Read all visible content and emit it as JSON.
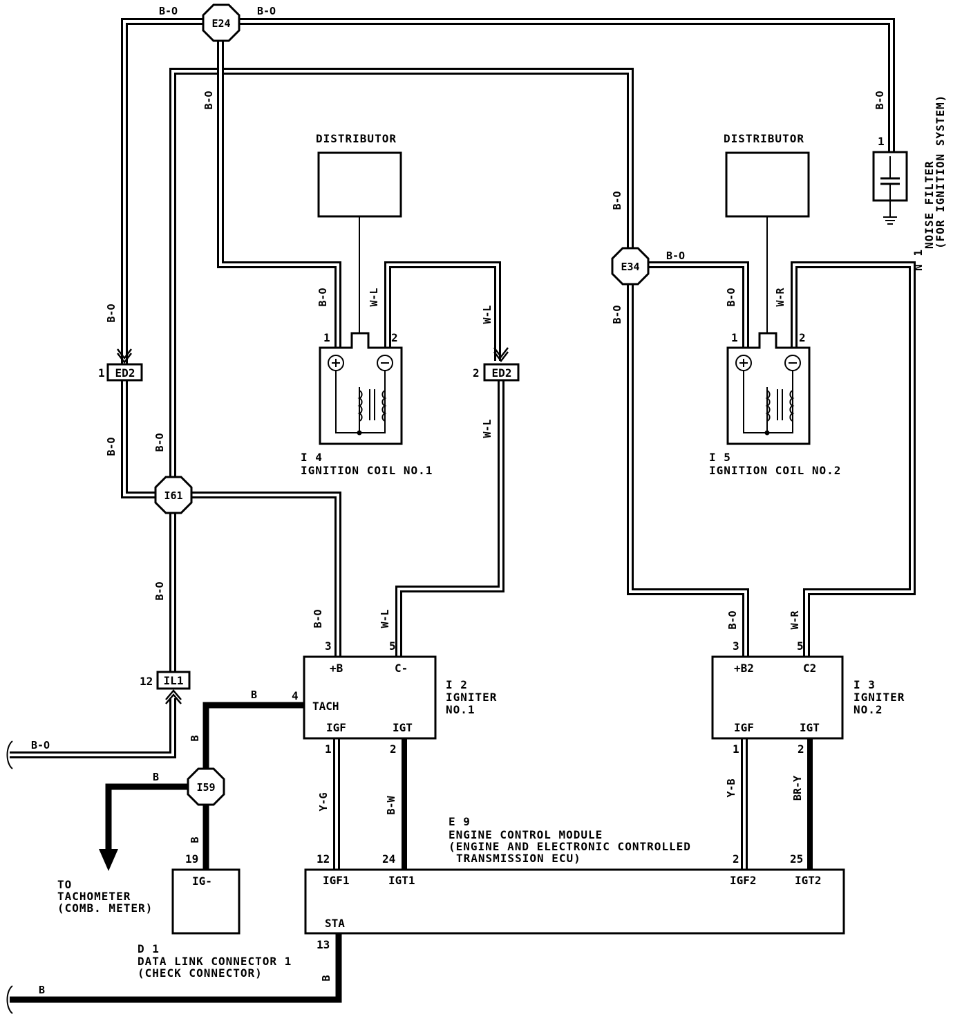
{
  "wires": {
    "b_o": "B-O",
    "b": "B",
    "w_l": "W-L",
    "w_r": "W-R",
    "y_g": "Y-G",
    "b_w": "B-W",
    "y_b": "Y-B",
    "br_y": "BR-Y"
  },
  "splices": {
    "e24": "E24",
    "e34": "E34",
    "i61": "I61",
    "i59": "I59"
  },
  "connectors": {
    "ed2": "ED2",
    "il1": "IL1",
    "ed2_pin1": "1",
    "ed2_pin2": "2",
    "il1_pin": "12"
  },
  "distributor1": {
    "label": "DISTRIBUTOR"
  },
  "distributor2": {
    "label": "DISTRIBUTOR"
  },
  "coil1": {
    "id": "I 4",
    "name": "IGNITION COIL NO.1",
    "pin1": "1",
    "pin2": "2"
  },
  "coil2": {
    "id": "I 5",
    "name": "IGNITION COIL NO.2",
    "pin1": "1",
    "pin2": "2"
  },
  "noise_filter": {
    "id": "N 1",
    "name": "NOISE FILTER",
    "sub": "(FOR IGNITION SYSTEM)",
    "pin": "1"
  },
  "igniter1": {
    "id": "I 2",
    "name": "IGNITER",
    "name2": "NO.1",
    "t_b": "+B",
    "t_c": "C-",
    "t_tach": "TACH",
    "t_igf": "IGF",
    "t_igt": "IGT",
    "p3": "3",
    "p5": "5",
    "p4": "4",
    "p1": "1",
    "p2": "2"
  },
  "igniter2": {
    "id": "I 3",
    "name": "IGNITER",
    "name2": "NO.2",
    "t_b": "+B2",
    "t_c": "C2",
    "t_igf": "IGF",
    "t_igt": "IGT",
    "p3": "3",
    "p5": "5",
    "p1": "1",
    "p2": "2"
  },
  "ecm": {
    "id": "E 9",
    "name": "ENGINE CONTROL MODULE",
    "sub1": "(ENGINE AND ELECTRONIC CONTROLLED",
    "sub2": "TRANSMISSION ECU)",
    "t_igf1": "IGF1",
    "t_igt1": "IGT1",
    "t_igf2": "IGF2",
    "t_igt2": "IGT2",
    "t_sta": "STA",
    "p12": "12",
    "p24": "24",
    "p2": "2",
    "p25": "25",
    "p13": "13"
  },
  "dlc": {
    "id": "D 1",
    "name": "DATA LINK CONNECTOR 1",
    "sub": "(CHECK CONNECTOR)",
    "terminal": "IG-",
    "pin": "19"
  },
  "tachometer": {
    "line1": "TO",
    "line2": "TACHOMETER",
    "line3": "(COMB. METER)"
  }
}
